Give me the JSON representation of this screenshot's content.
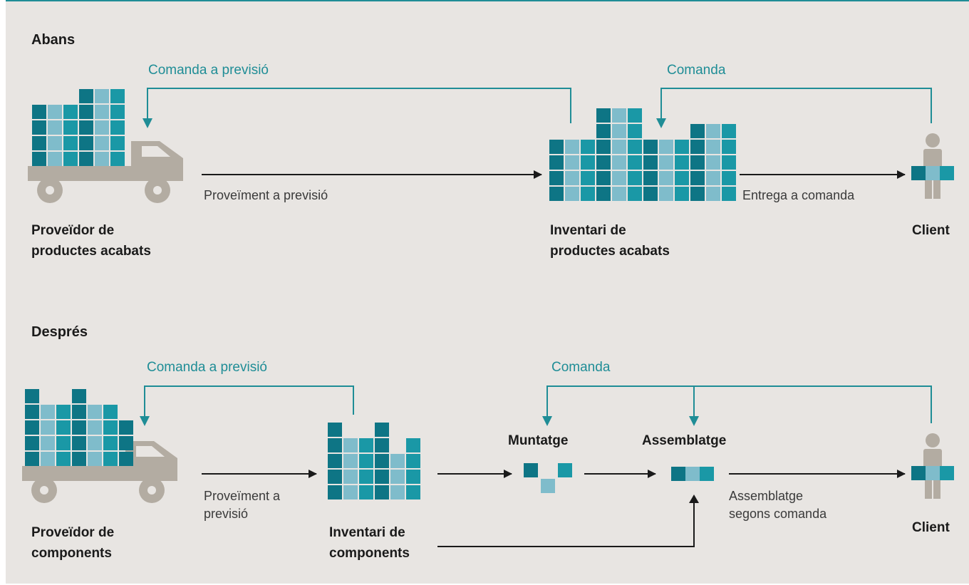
{
  "colors": {
    "background": "#e8e5e2",
    "accent_line": "#1f8d96",
    "block_dark": "#0e7585",
    "block_mid": "#1a98a6",
    "block_light": "#7fbccb",
    "truck": "#b3aca2",
    "person": "#b3aca2",
    "arrow": "#1a1a1a",
    "order_text": "#1f8d96"
  },
  "icons": [
    "truck-icon",
    "warehouse-blocks-icon",
    "person-icon",
    "component-blocks-icon"
  ],
  "before": {
    "heading": "Abans",
    "order_forecast_label": "Comanda a previsió",
    "order_label": "Comanda",
    "supplier_label": [
      "Proveïdor de",
      "productes acabats"
    ],
    "supply_flow_label": "Proveïment a previsió",
    "inventory_label": [
      "Inventari de",
      "productes acabats"
    ],
    "delivery_flow_label": "Entrega a comanda",
    "client_label": "Client"
  },
  "after": {
    "heading": "Després",
    "order_forecast_label": "Comanda a previsió",
    "order_label": "Comanda",
    "supplier_label": [
      "Proveïdor de",
      "components"
    ],
    "supply_flow_label": [
      "Proveïment a",
      "previsió"
    ],
    "inventory_label": [
      "Inventari de",
      "components"
    ],
    "assembly_label": "Muntatge",
    "final_assembly_label": "Assemblatge",
    "delivery_flow_label": [
      "Assemblatge",
      "segons comanda"
    ],
    "client_label": "Client"
  }
}
